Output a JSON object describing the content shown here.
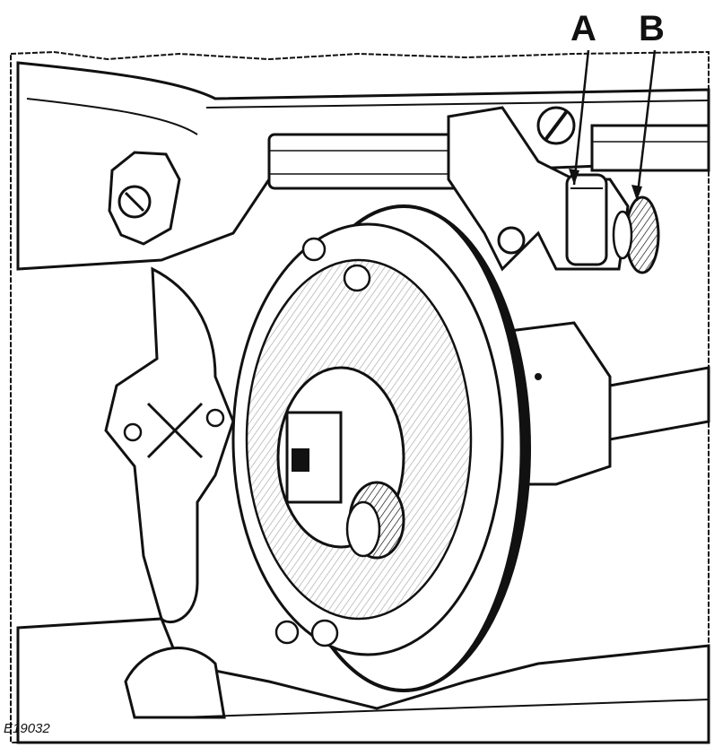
{
  "figure": {
    "callouts": [
      "A",
      "B"
    ],
    "figure_code": "E19032",
    "colors": {
      "ink": "#111111",
      "paper": "#ffffff"
    }
  }
}
